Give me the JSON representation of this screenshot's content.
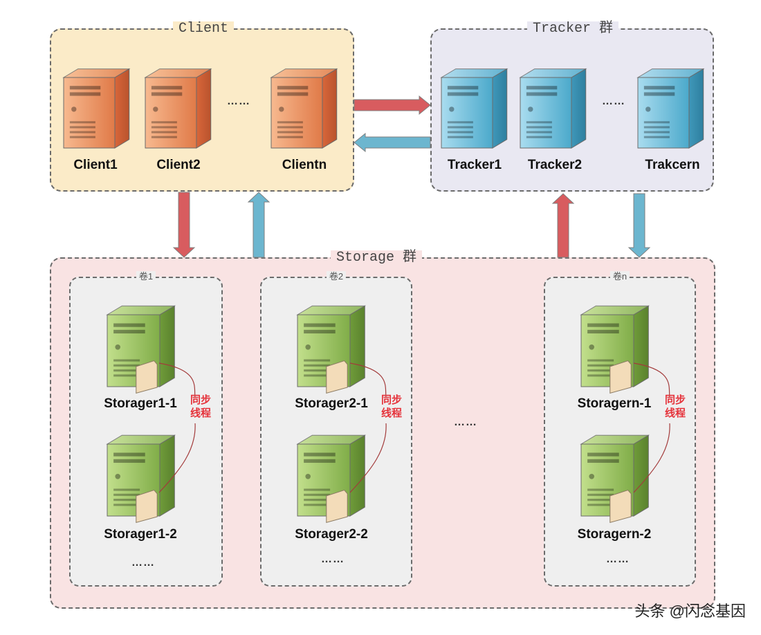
{
  "groups": {
    "client": {
      "title": "Client"
    },
    "tracker": {
      "title": "Tracker 群"
    },
    "storage": {
      "title": "Storage 群"
    }
  },
  "clients": [
    {
      "label": "Client1"
    },
    {
      "label": "Client2"
    },
    {
      "label": "Clientn"
    }
  ],
  "client_ellipsis": "……",
  "trackers": [
    {
      "label": "Tracker1"
    },
    {
      "label": "Tracker2"
    },
    {
      "label": "Trakcern"
    }
  ],
  "tracker_ellipsis": "……",
  "volumes": [
    {
      "title": "卷1",
      "top_label": "Storager1-1",
      "bottom_label": "Storager1-2",
      "sync_line1": "同步",
      "sync_line2": "线程",
      "more": "……"
    },
    {
      "title": "卷2",
      "top_label": "Storager2-1",
      "bottom_label": "Storager2-2",
      "sync_line1": "同步",
      "sync_line2": "线程",
      "more": "……"
    },
    {
      "title": "卷n",
      "top_label": "Storagern-1",
      "bottom_label": "Storagern-2",
      "sync_line1": "同步",
      "sync_line2": "线程",
      "more": "……"
    }
  ],
  "volume_ellipsis": "……",
  "watermark": "头条 @闪念基因",
  "colors": {
    "client_server": "#e98d5e",
    "tracker_server": "#5bb8d6",
    "storage_server": "#8fb95a",
    "arrow_red": "#d85c5f",
    "arrow_blue": "#6cb6cf"
  }
}
